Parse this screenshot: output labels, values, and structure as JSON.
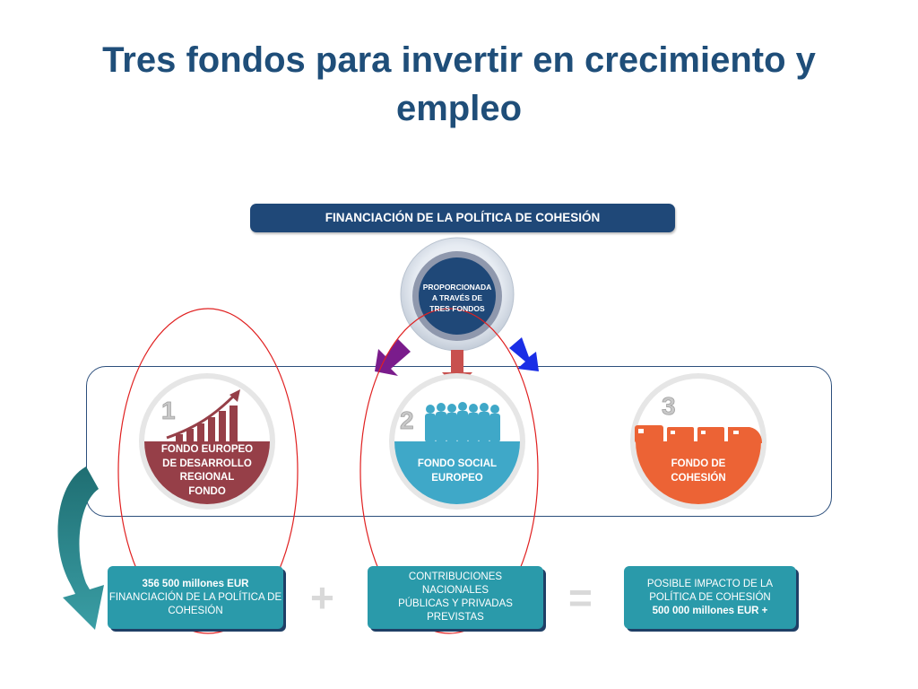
{
  "title": {
    "line1": "Tres fondos para invertir en crecimiento y",
    "line2": "empleo"
  },
  "banner": "FINANCIACIÓN DE LA POLÍTICA DE COHESIÓN",
  "hub": {
    "lines": [
      "PROPORCIONADA",
      "A TRAVÉS DE",
      "TRES FONDOS"
    ]
  },
  "funds": [
    {
      "number": "1",
      "lines": [
        "FONDO EUROPEO",
        "DE DESARROLLO",
        "REGIONAL",
        "FONDO"
      ],
      "color": "#963f48",
      "icon": "growth-bar-chart-icon"
    },
    {
      "number": "2",
      "lines": [
        "FONDO SOCIAL",
        "EUROPEO"
      ],
      "color": "#3fa8c8",
      "icon": "crowd-of-people-icon"
    },
    {
      "number": "3",
      "lines": [
        "FONDO DE",
        "COHESIÓN"
      ],
      "color": "#ec6335",
      "icon": "railway-train-icon"
    }
  ],
  "boxes": [
    {
      "lines": [
        "356 500 millones EUR",
        "FINANCIACIÓN DE LA POLÍTICA DE",
        "COHESIÓN"
      ]
    },
    {
      "lines": [
        "CONTRIBUCIONES",
        "NACIONALES",
        "PÚBLICAS Y PRIVADAS",
        "PREVISTAS"
      ]
    },
    {
      "lines": [
        "POSIBLE IMPACTO DE LA",
        "POLÍTICA DE COHESIÓN",
        "500 000 millones EUR +"
      ]
    }
  ],
  "operators": {
    "plus": "+",
    "equals": "="
  },
  "colors": {
    "title": "#1f4e79",
    "banner": "#1f4878",
    "box": "#2a9aaa",
    "arrow_left": "#7a1c8c",
    "arrow_center": "#c8504e",
    "arrow_right": "#1a2ee6",
    "highlight_ellipse": "#e02020"
  }
}
